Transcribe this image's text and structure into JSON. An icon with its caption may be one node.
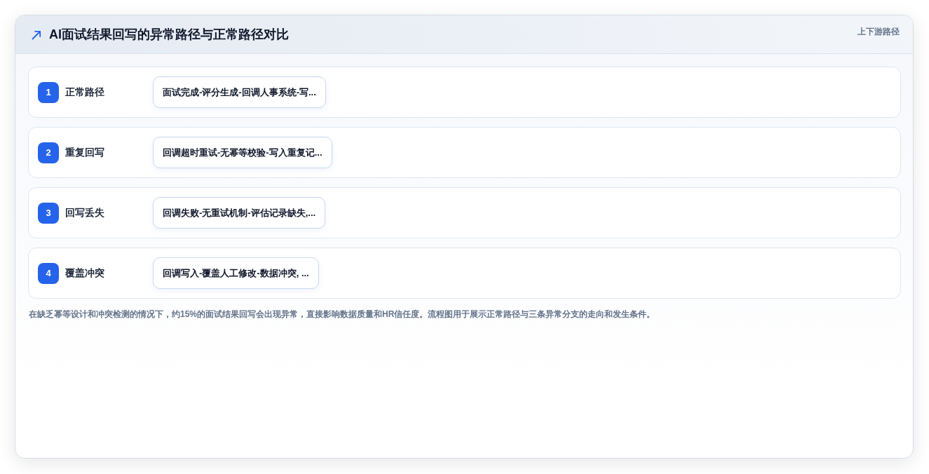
{
  "diagram": {
    "title": "AI面试结果回写的异常路径与正常路径对比",
    "caption": "在缺乏幂等设计和冲突检测的情况下，约15%的面试结果回写会出现异常，直接影响数据质量和HR信任度。流程图用于展示正常路径与三条异常分支的走向和发生条件。",
    "nodes": [
      {
        "text": [
          "正常路径"
        ]
      },
      {
        "text": [
          "1"
        ],
        "in": 0
      },
      {
        "text": [
          "面试完成-评分生成-回调人事系统-写..."
        ],
        "in": 0
      },
      {
        "text": [
          "重复回写"
        ]
      },
      {
        "text": [
          "2"
        ],
        "in": 3
      },
      {
        "text": [
          "回调超时重试-无幂等校验-写入重复记..."
        ],
        "in": 3
      },
      {
        "text": [
          "回写丢失"
        ]
      },
      {
        "text": [
          "3"
        ],
        "in": 6
      },
      {
        "text": [
          "回调失败-无重试机制-评估记录缺失,..."
        ],
        "in": 6
      },
      {
        "text": [
          "覆盖冲突"
        ]
      },
      {
        "text": [
          "4"
        ],
        "in": 9
      },
      {
        "text": [
          "回调写入-覆盖人工修改-数据冲突, ..."
        ],
        "in": 9
      }
    ],
    "labels": [
      "上下游路径"
    ]
  }
}
